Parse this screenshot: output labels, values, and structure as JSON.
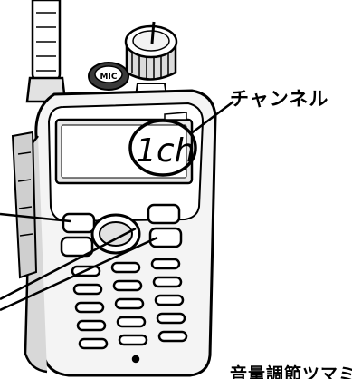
{
  "labels": {
    "channel": "チャンネル",
    "volume": "音量調節ツマミ"
  },
  "display": {
    "channel_text": "1ch"
  },
  "keys": {
    "mic": "MIC"
  },
  "colors": {
    "ink": "#000000",
    "paper": "#ffffff",
    "body": "#f4f4f4",
    "shade": "#d8d8d8"
  }
}
